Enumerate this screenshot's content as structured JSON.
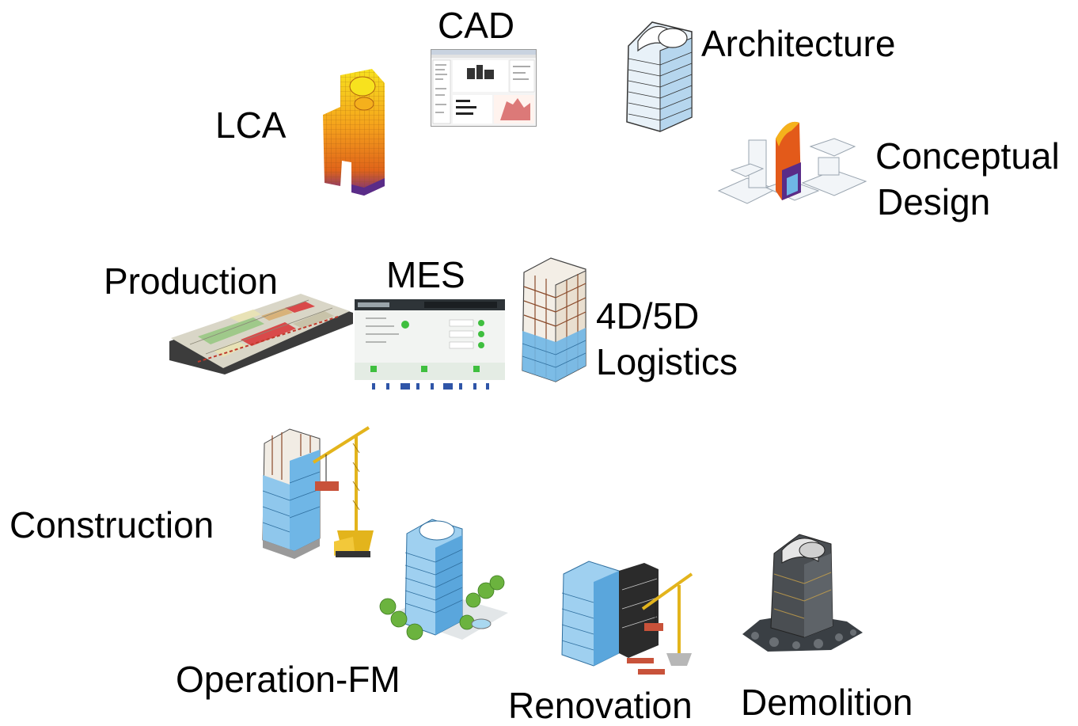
{
  "stages": {
    "lca": "LCA",
    "cad": "CAD",
    "architecture": "Architecture",
    "conceptual_line1": "Conceptual",
    "conceptual_line2": "Design",
    "production": "Production",
    "mes": "MES",
    "logistics_line1": "4D/5D",
    "logistics_line2": "Logistics",
    "construction": "Construction",
    "operation": "Operation-FM",
    "renovation": "Renovation",
    "demolition": "Demolition"
  },
  "icons": {
    "lca": "lca-building-icon",
    "cad": "cad-software-icon",
    "architecture": "architecture-building-icon",
    "conceptual": "conceptual-design-icon",
    "production": "production-factory-icon",
    "mes": "mes-dashboard-icon",
    "logistics": "logistics-building-icon",
    "construction": "construction-crane-icon",
    "operation": "operation-building-icon",
    "renovation": "renovation-crane-icon",
    "demolition": "demolition-rubble-icon"
  },
  "colors": {
    "glass_blue": "#6fb6e6",
    "heat_orange": "#f08a1c",
    "heat_yellow": "#f7d21e",
    "heat_purple": "#5a2c88",
    "crane_yellow": "#e3b41c",
    "brick_red": "#c8523a"
  }
}
